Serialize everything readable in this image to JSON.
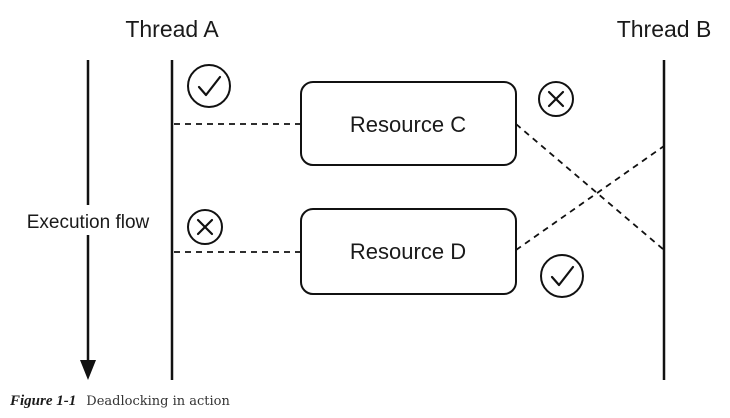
{
  "diagram": {
    "threads": [
      {
        "label": "Thread A"
      },
      {
        "label": "Thread B"
      }
    ],
    "resources": [
      {
        "label": "Resource C"
      },
      {
        "label": "Resource D"
      }
    ],
    "flow_label": "Execution flow",
    "markers": [
      {
        "type": "check-icon",
        "meaning": "Thread A holds Resource C"
      },
      {
        "type": "cross-icon",
        "meaning": "Thread B blocked on Resource C"
      },
      {
        "type": "cross-icon",
        "meaning": "Thread A blocked on Resource D"
      },
      {
        "type": "check-icon",
        "meaning": "Thread B holds Resource D"
      }
    ]
  },
  "caption": {
    "figure_number": "Figure 1-1",
    "text": "Deadlocking in action"
  }
}
